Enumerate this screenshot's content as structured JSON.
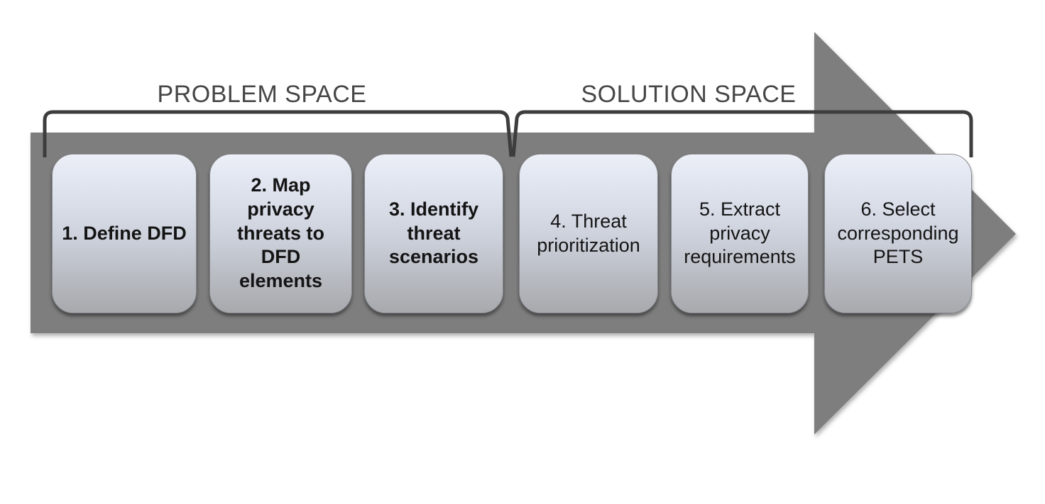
{
  "diagram": {
    "title": "privacy-threat-analysis-process",
    "sections": {
      "problem": {
        "label": "PROBLEM SPACE"
      },
      "solution": {
        "label": "SOLUTION SPACE"
      }
    },
    "steps": [
      {
        "label": "1. Define DFD"
      },
      {
        "label": "2. Map\nprivacy\nthreats to\nDFD\nelements"
      },
      {
        "label": "3. Identify\nthreat\nscenarios"
      },
      {
        "label": "4. Threat\nprioritization"
      },
      {
        "label": "5. Extract\nprivacy\nrequirements"
      },
      {
        "label": "6. Select\ncorresponding\nPETS"
      }
    ],
    "colors": {
      "arrow": "#7e7e7e",
      "bracket": "#3d3d3d",
      "section_text": "#464646",
      "step_text": "#141414",
      "box_top": "#eceff7",
      "box_bottom": "#a7a9ad"
    }
  }
}
